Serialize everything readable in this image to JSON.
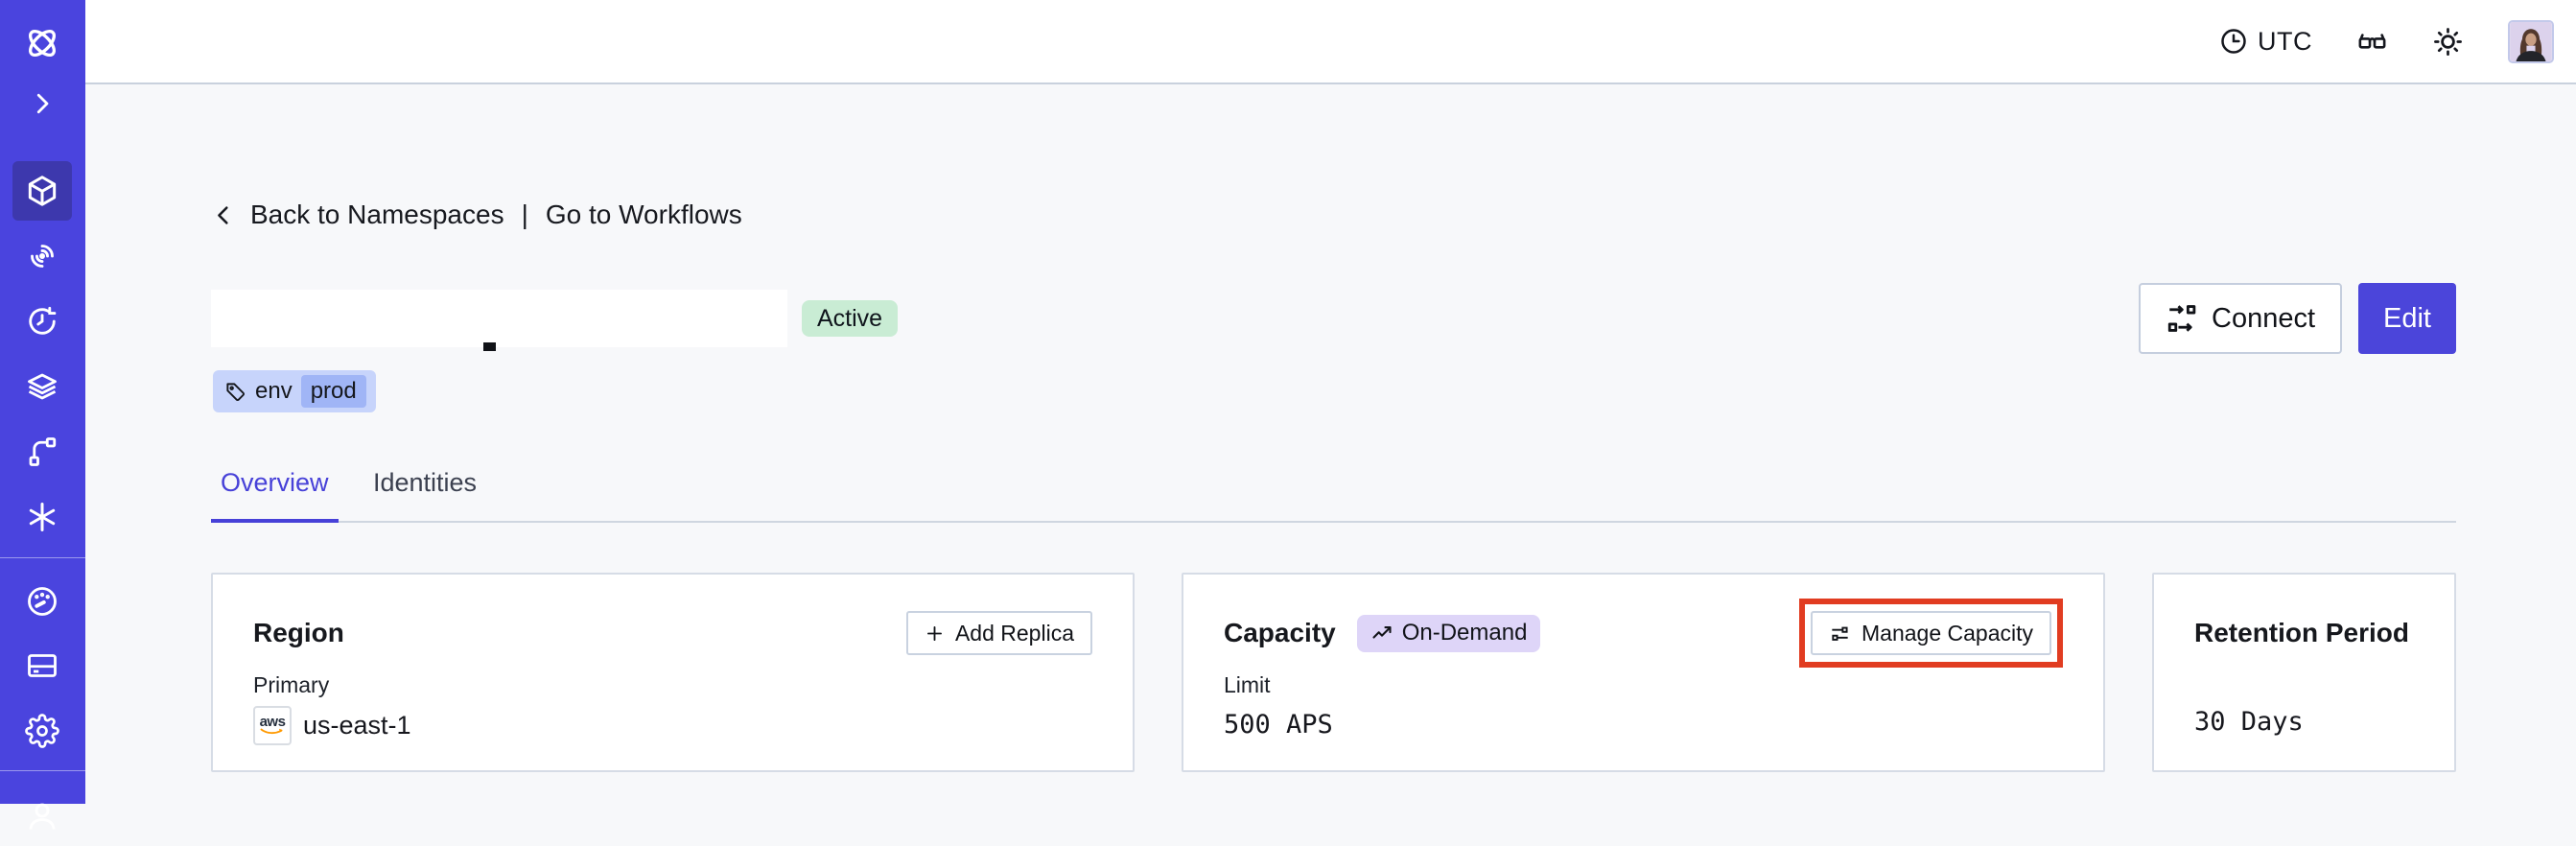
{
  "sidebar": {
    "active_item": "namespaces",
    "items": [
      "temporal-logo-icon",
      "expand-chevron-icon",
      "namespaces-cube-icon",
      "workflows-spiral-icon",
      "schedules-clock-icon",
      "batch-layers-icon",
      "worker-deployments-branch-icon",
      "nexus-asterisk-icon",
      "usage-gauge-icon",
      "billing-card-icon",
      "settings-gear-icon",
      "profile-icon"
    ]
  },
  "topbar": {
    "timezone": "UTC",
    "icons": [
      "clock-icon",
      "glasses-icon",
      "sun-icon",
      "avatar"
    ]
  },
  "breadcrumb": {
    "back_label": "Back to Namespaces",
    "separator": "|",
    "forward_label": "Go to Workflows"
  },
  "header": {
    "status_badge": "Active",
    "tag_key": "env",
    "tag_value": "prod",
    "connect_label": "Connect",
    "edit_label": "Edit"
  },
  "tabs": {
    "overview": "Overview",
    "identities": "Identities",
    "active": "Overview"
  },
  "cards": {
    "region": {
      "title": "Region",
      "add_replica_label": "Add Replica",
      "primary_label": "Primary",
      "provider_label": "aws",
      "value": "us-east-1"
    },
    "capacity": {
      "title": "Capacity",
      "badge": "On-Demand",
      "limit_label": "Limit",
      "value": "500 APS",
      "manage_label": "Manage Capacity"
    },
    "retention": {
      "title": "Retention Period",
      "value": "30 Days"
    }
  },
  "annotation": {
    "type": "highlight-box",
    "target": "manage-capacity-button",
    "color": "#e13c21"
  },
  "colors": {
    "sidebar_indigo": "#4a44de",
    "sidebar_active": "#3d38ad",
    "accent_indigo": "#4741d8",
    "edit_button": "#4b45da",
    "status_green_bg": "#c9ecd4",
    "tag_bg": "#c7d4fb",
    "tag_chip_bg": "#a0b5f6",
    "ondemand_bg": "#ded5f8",
    "annotation_red": "#e13c21",
    "content_bg": "#f7f8fa"
  }
}
